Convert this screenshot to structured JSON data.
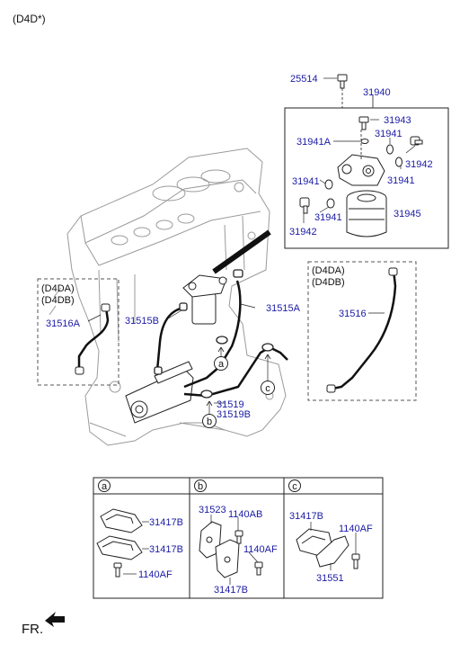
{
  "header": {
    "model": "(D4D*)"
  },
  "colors": {
    "part_number": "#1a1aa6",
    "line": "#222222",
    "engine": "#9a9a9a"
  },
  "parts": {
    "bolt_top": "25514",
    "filter_assy": "31940",
    "p31943": "31943",
    "p31941A": "31941A",
    "p31941_a": "31941",
    "p31942_a": "31942",
    "p31941_b": "31941",
    "p31941_c": "31941",
    "p31941_d": "31941",
    "p31945": "31945",
    "p31942_b": "31942",
    "hose_left": "31516A",
    "p31515B": "31515B",
    "p31515A": "31515A",
    "hose_right": "31516",
    "p31519": "31519",
    "p31519B": "31519B"
  },
  "variants": {
    "left_line1": "(D4DA)",
    "left_line2": "(D4DB)",
    "right_line1": "(D4DA)",
    "right_line2": "(D4DB)"
  },
  "callouts": {
    "a": "a",
    "b": "b",
    "c": "c"
  },
  "detail": {
    "a": {
      "head": "a",
      "top": "31417B",
      "mid": "31417B",
      "bolt": "1140AF"
    },
    "b": {
      "head": "b",
      "bracket": "31523",
      "bolt_top": "1140AB",
      "bolt_low": "1140AF",
      "clip": "31417B"
    },
    "c": {
      "head": "c",
      "clip": "31417B",
      "bolt": "1140AF",
      "bracket": "31551"
    }
  },
  "footer": {
    "front": "FR."
  }
}
